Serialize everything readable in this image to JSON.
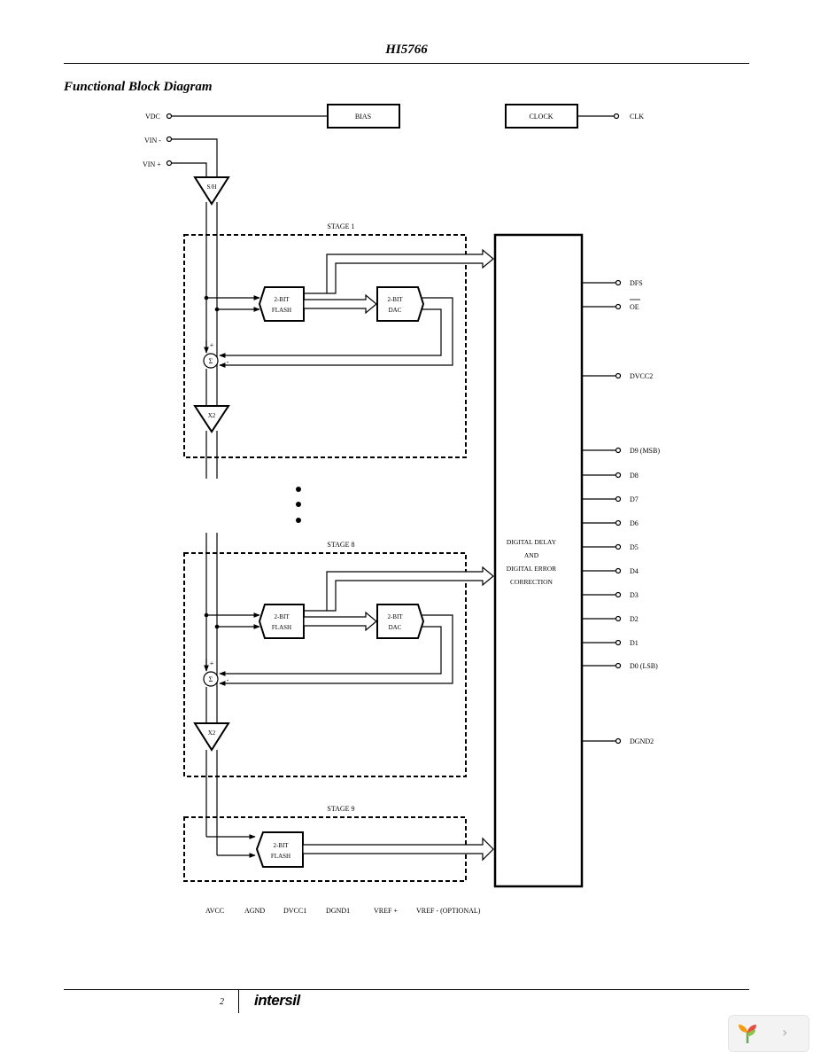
{
  "header": {
    "title": "HI5766"
  },
  "section_title": "Functional Block Diagram",
  "inputs": {
    "vdc": "VDC",
    "vin_minus": "VIN -",
    "vin_plus": "VIN +",
    "clk": "CLK"
  },
  "blocks": {
    "bias": "BIAS",
    "clock": "CLOCK",
    "sh": "S/H",
    "x2": "X2",
    "flash_line1": "2-BIT",
    "flash_line2": "FLASH",
    "dac_line1": "2-BIT",
    "dac_line2": "DAC",
    "sum_symbol": "Σ",
    "plus_sign": "+",
    "minus_sign": "-",
    "digital_line1": "DIGITAL DELAY",
    "digital_line2": "AND",
    "digital_line3": "DIGITAL ERROR",
    "digital_line4": "CORRECTION"
  },
  "stages": {
    "stage1": "STAGE 1",
    "stage8": "STAGE 8",
    "stage9": "STAGE 9"
  },
  "outputs": [
    "DFS",
    "OE",
    "DVCC2",
    "D9 (MSB)",
    "D8",
    "D7",
    "D6",
    "D5",
    "D4",
    "D3",
    "D2",
    "D1",
    "D0 (LSB)",
    "DGND2"
  ],
  "supply_pins": [
    "AVCC",
    "AGND",
    "DVCC1",
    "DGND1",
    "VREF +",
    "VREF - (OPTIONAL)"
  ],
  "footer": {
    "page": "2",
    "logo": "intersil"
  },
  "colors": {
    "ink": "#000000",
    "background": "#ffffff"
  }
}
